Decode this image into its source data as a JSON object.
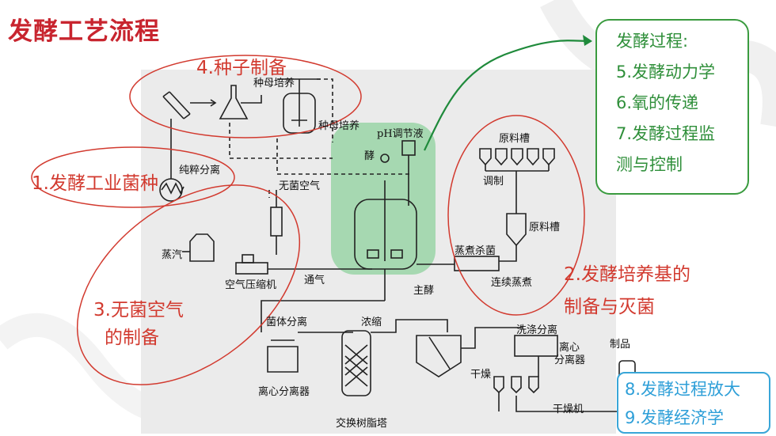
{
  "title": "发酵工艺流程",
  "sections": {
    "s1": "1.发酵工业菌种",
    "s4": "4.种子制备",
    "s3_line1": "3.无菌空气",
    "s3_line2": "的制备",
    "s2_line1": "2.发酵培养基的",
    "s2_line2": "制备与灭菌"
  },
  "process_box": {
    "heading": "发酵过程:",
    "items": [
      "5.发酵动力学",
      "6.氧的传递",
      "7.发酵过程监",
      "测与控制"
    ]
  },
  "scale_box": {
    "items": [
      "8.发酵过程放大",
      "9.发酵经济学"
    ]
  },
  "diagram_labels": {
    "seed_culture_top": "种母培养",
    "seed_culture": "种母培养",
    "pure_isolation": "纯粹分离",
    "sterile_air": "无菌空气",
    "steam": "蒸汽",
    "air_compressor": "空气压缩机",
    "aeration": "通气",
    "main_fermentation": "主酵",
    "ph_liquid": "pH调节液",
    "enzyme": "酵",
    "raw_tank_top": "原料槽",
    "mixing": "调制",
    "raw_tank": "原料槽",
    "steam_sterilize": "蒸煮杀菌",
    "continuous_cook": "连续蒸煮",
    "cell_separation": "菌体分离",
    "centrifuge": "离心分离器",
    "concentrate": "浓缩",
    "ion_exchange": "交换树脂塔",
    "wash_separate": "洗涤分离",
    "centrifuge2_line1": "离心",
    "centrifuge2_line2": "分离器",
    "drying": "干燥",
    "dryer": "干燥机",
    "product": "制品"
  }
}
